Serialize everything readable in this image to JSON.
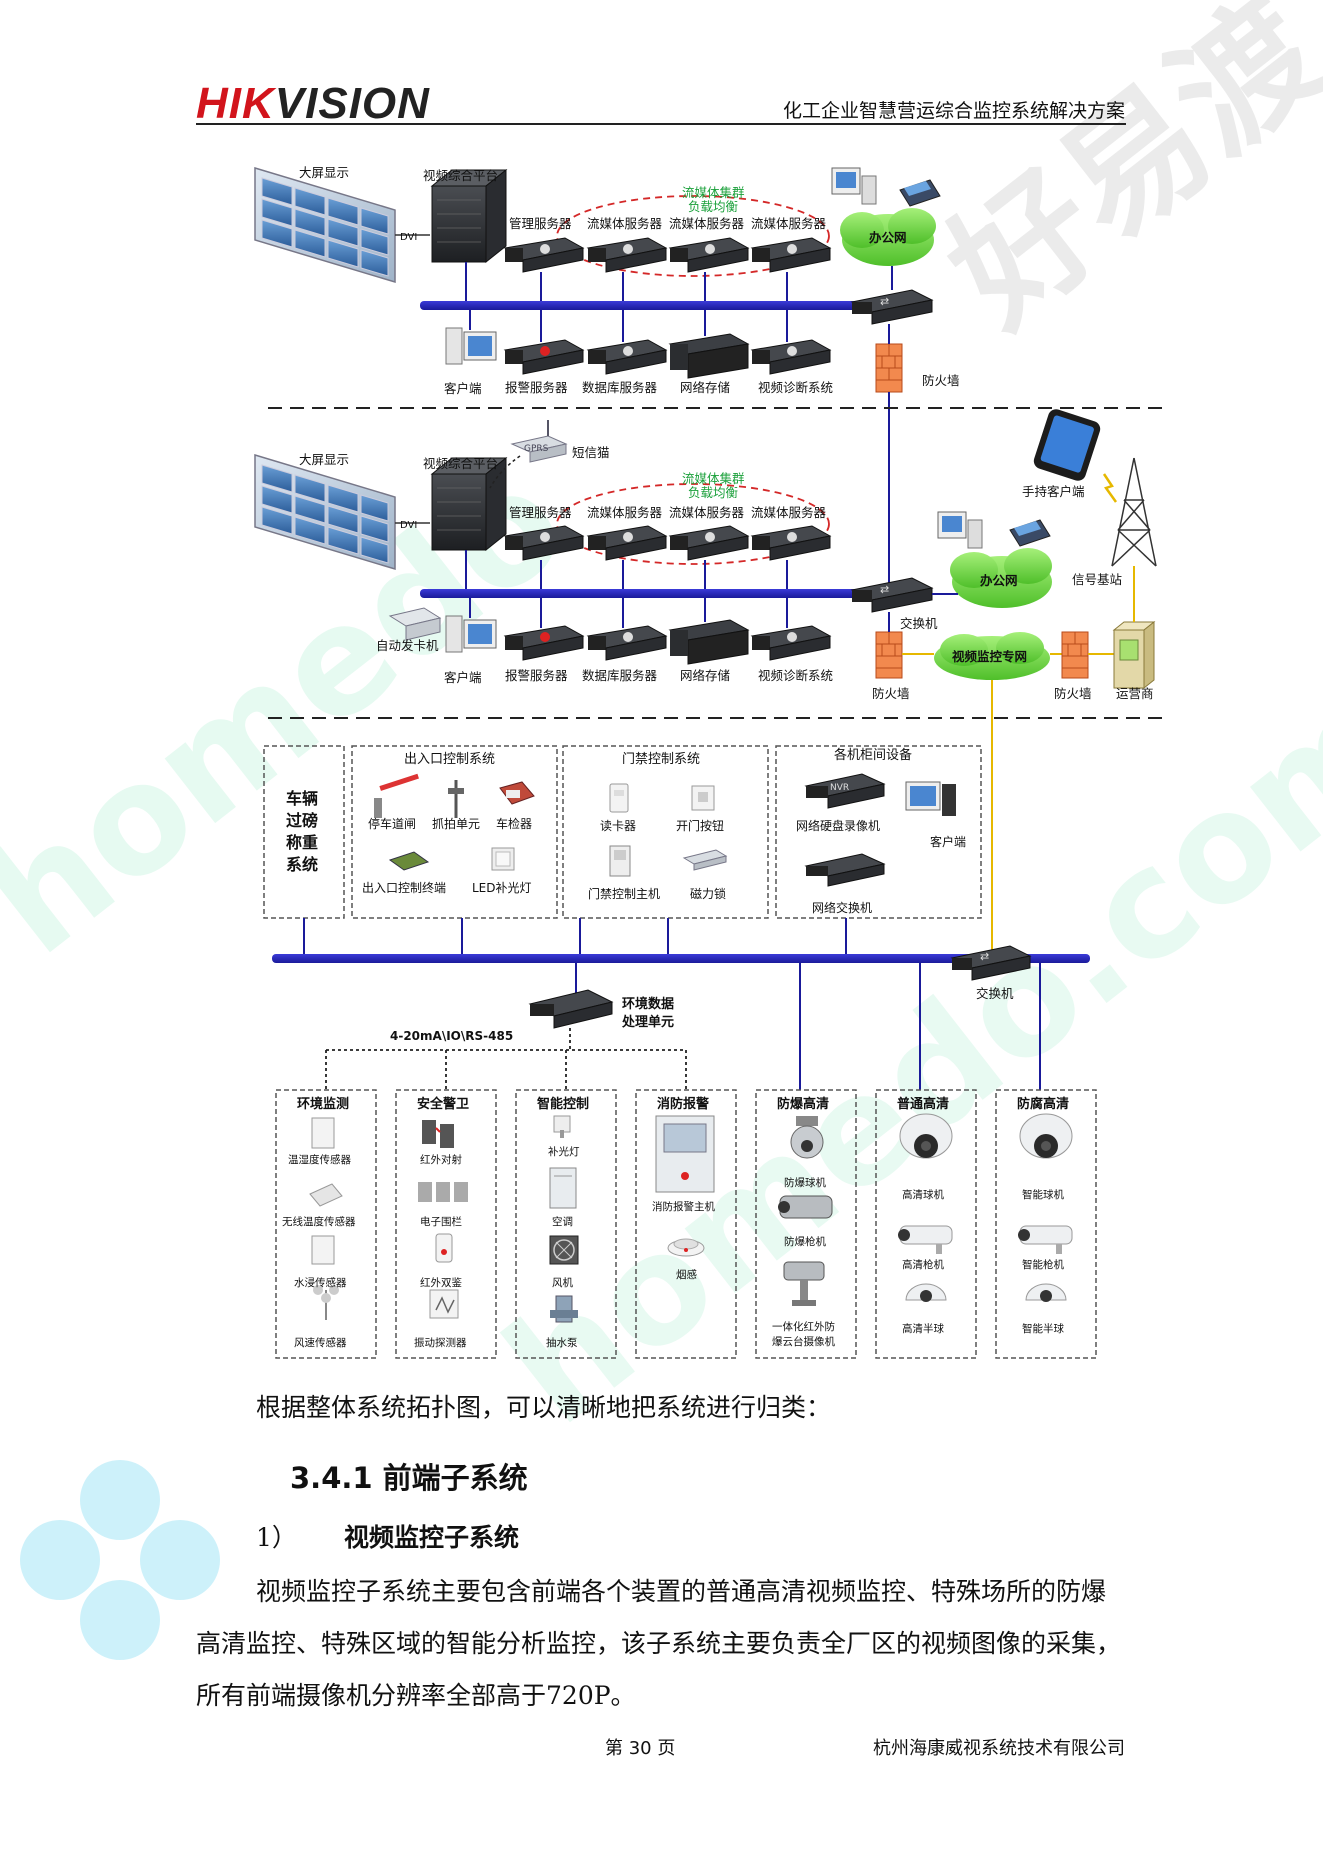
{
  "header": {
    "logo_part1": "HIK",
    "logo_part2": "VISION",
    "doc_title": "化工企业智慧营运综合监控系统解决方案"
  },
  "diagram": {
    "top": {
      "big_screen": "大屏显示",
      "dvi": "DVI",
      "platform": "视频综合平台",
      "cluster_line1": "流媒体集群",
      "cluster_line2": "负载均衡",
      "mgmt_server": "管理服务器",
      "media_server": "流媒体服务器",
      "office_net": "办公网",
      "client": "客户端",
      "alarm_server": "报警服务器",
      "db_server": "数据库服务器",
      "net_storage": "网络存储",
      "diag_system": "视频诊断系统",
      "firewall": "防火墙"
    },
    "mid": {
      "big_screen": "大屏显示",
      "dvi": "DVI",
      "platform": "视频综合平台",
      "gprs": "GPRS",
      "sms_cat": "短信猫",
      "cluster_line1": "流媒体集群",
      "cluster_line2": "负载均衡",
      "mgmt_server": "管理服务器",
      "media_server": "流媒体服务器",
      "handheld": "手持客户端",
      "office_net": "办公网",
      "base_station": "信号基站",
      "switch": "交换机",
      "card_dispenser": "自动发卡机",
      "client": "客户端",
      "alarm_server": "报警服务器",
      "db_server": "数据库服务器",
      "net_storage": "网络存储",
      "diag_system": "视频诊断系统",
      "firewall": "防火墙",
      "private_net": "视频监控专网",
      "operator": "运营商"
    },
    "middle_row": {
      "weighbridge": [
        "车辆",
        "过磅",
        "称重",
        "系统"
      ],
      "entry_title": "出入口控制系统",
      "barrier": "停车道闸",
      "capture": "抓拍单元",
      "detector": "车检器",
      "entry_terminal": "出入口控制终端",
      "led_light": "LED补光灯",
      "access_title": "门禁控制系统",
      "reader": "读卡器",
      "door_button": "开门按钮",
      "access_host": "门禁控制主机",
      "mag_lock": "磁力锁",
      "cabinet_title": "各机柜间设备",
      "nvr": "NVR",
      "nvr_label": "网络硬盘录像机",
      "cab_client": "客户端",
      "net_switch": "网络交换机",
      "switch": "交换机"
    },
    "env": {
      "unit_line1": "环境数据",
      "unit_line2": "处理单元",
      "protocol": "4-20mA\\IO\\RS-485"
    },
    "bottom_groups": [
      {
        "title": "环境监测",
        "items": [
          "温湿度传感器",
          "无线温度传感器",
          "水浸传感器",
          "风速传感器"
        ]
      },
      {
        "title": "安全警卫",
        "items": [
          "红外对射",
          "电子围栏",
          "红外双鉴",
          "振动探测器"
        ]
      },
      {
        "title": "智能控制",
        "items": [
          "补光灯",
          "空调",
          "风机",
          "抽水泵"
        ]
      },
      {
        "title": "消防报警",
        "items": [
          "消防报警主机",
          "烟感"
        ]
      },
      {
        "title": "防爆高清",
        "items": [
          "防爆球机",
          "防爆枪机",
          "一体化红外防",
          "爆云台摄像机"
        ]
      },
      {
        "title": "普通高清",
        "items": [
          "高清球机",
          "高清枪机",
          "高清半球"
        ]
      },
      {
        "title": "防腐高清",
        "items": [
          "智能球机",
          "智能枪机",
          "智能半球"
        ]
      }
    ]
  },
  "body": {
    "intro": "根据整体系统拓扑图，可以清晰地把系统进行归类：",
    "section_heading": "3.4.1 前端子系统",
    "sub_number": "1）",
    "sub_title": "视频监控子系统",
    "paragraph": "视频监控子系统主要包含前端各个装置的普通高清视频监控、特殊场所的防爆高清监控、特殊区域的智能分析监控，该子系统主要负责全厂区的视频图像的采集，所有前端摄像机分辨率全部高于720P。"
  },
  "footer": {
    "page": "第 30 页",
    "company": "杭州海康威视系统技术有限公司"
  }
}
